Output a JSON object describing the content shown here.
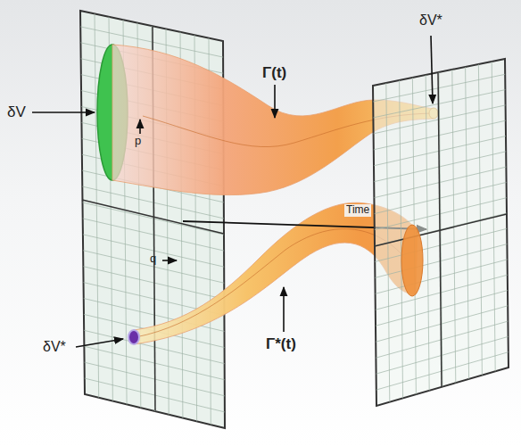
{
  "diagram": {
    "labels": [
      "δV*",
      "δV",
      "Γ(t)",
      "p",
      "Time",
      "q",
      "Γ*(t)",
      "δV*"
    ]
  }
}
